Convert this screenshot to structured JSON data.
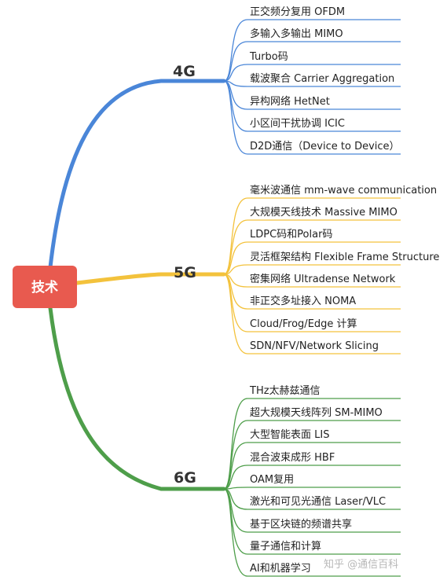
{
  "root": {
    "label": "技术",
    "color": "#e85a4f"
  },
  "branches": [
    {
      "label": "4G",
      "color": "#4a86d8",
      "items": [
        "正交频分复用 OFDM",
        "多输入多输出 MIMO",
        "Turbo码",
        "载波聚合 Carrier Aggregation",
        "异构网络 HetNet",
        "小区间干扰协调 ICIC",
        "D2D通信（Device to Device）"
      ]
    },
    {
      "label": "5G",
      "color": "#f3c23c",
      "items": [
        "毫米波通信 mm-wave communication",
        "大规模天线技术 Massive MIMO",
        "LDPC码和Polar码",
        "灵活框架结构 Flexible Frame Structure",
        "密集网络 Ultradense Network",
        "非正交多址接入 NOMA",
        "Cloud/Frog/Edge 计算",
        "SDN/NFV/Network Slicing"
      ]
    },
    {
      "label": "6G",
      "color": "#4e9e4a",
      "items": [
        "THz太赫兹通信",
        "超大规模天线阵列 SM-MIMO",
        "大型智能表面 LIS",
        "混合波束成形 HBF",
        "OAM复用",
        "激光和可见光通信 Laser/VLC",
        "基于区块链的频谱共享",
        "量子通信和计算",
        "AI和机器学习"
      ]
    }
  ],
  "watermark": {
    "text": "知乎 @通信百科"
  }
}
